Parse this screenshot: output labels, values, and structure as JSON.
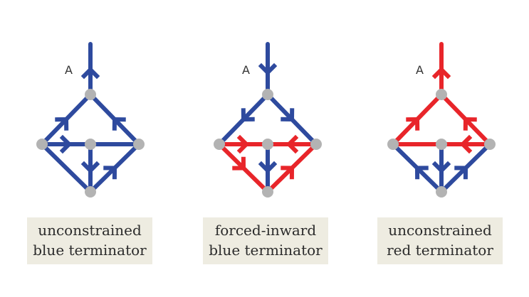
{
  "colors": {
    "blue": "#2e4a9e",
    "red": "#e8252a",
    "node": "#b3b3b3",
    "caption_bg": "#eeece1"
  },
  "node_label": "A",
  "panels": [
    {
      "caption": [
        "unconstrained",
        "blue terminator"
      ],
      "stem": {
        "color": "blue",
        "dir": "up"
      },
      "edges": {
        "ul": {
          "color": "blue",
          "dir": "from_mid"
        },
        "ur": {
          "color": "blue",
          "dir": "to_mid"
        },
        "hl": {
          "color": "blue",
          "dir": "to_center"
        },
        "hr": {
          "color": "blue",
          "dir": "none"
        },
        "ll": {
          "color": "blue",
          "dir": "none"
        },
        "lr": {
          "color": "blue",
          "dir": "to_mid"
        },
        "v": {
          "color": "blue",
          "dir": "down"
        }
      }
    },
    {
      "caption": [
        "forced-inward",
        "blue terminator"
      ],
      "stem": {
        "color": "blue",
        "dir": "down"
      },
      "edges": {
        "ul": {
          "color": "blue",
          "dir": "to_mid"
        },
        "ur": {
          "color": "blue",
          "dir": "from_mid"
        },
        "hl": {
          "color": "red",
          "dir": "to_center"
        },
        "hr": {
          "color": "red",
          "dir": "to_center"
        },
        "ll": {
          "color": "red",
          "dir": "to_mid"
        },
        "lr": {
          "color": "red",
          "dir": "to_mid"
        },
        "v": {
          "color": "blue",
          "dir": "down"
        }
      }
    },
    {
      "caption": [
        "unconstrained",
        "red terminator"
      ],
      "stem": {
        "color": "red",
        "dir": "up"
      },
      "edges": {
        "ul": {
          "color": "red",
          "dir": "from_mid"
        },
        "ur": {
          "color": "red",
          "dir": "to_mid"
        },
        "hl": {
          "color": "red",
          "dir": "none"
        },
        "hr": {
          "color": "red",
          "dir": "to_center"
        },
        "ll": {
          "color": "blue",
          "dir": "from_mid"
        },
        "lr": {
          "color": "blue",
          "dir": "to_mid"
        },
        "v": {
          "color": "blue",
          "dir": "down"
        }
      }
    }
  ]
}
